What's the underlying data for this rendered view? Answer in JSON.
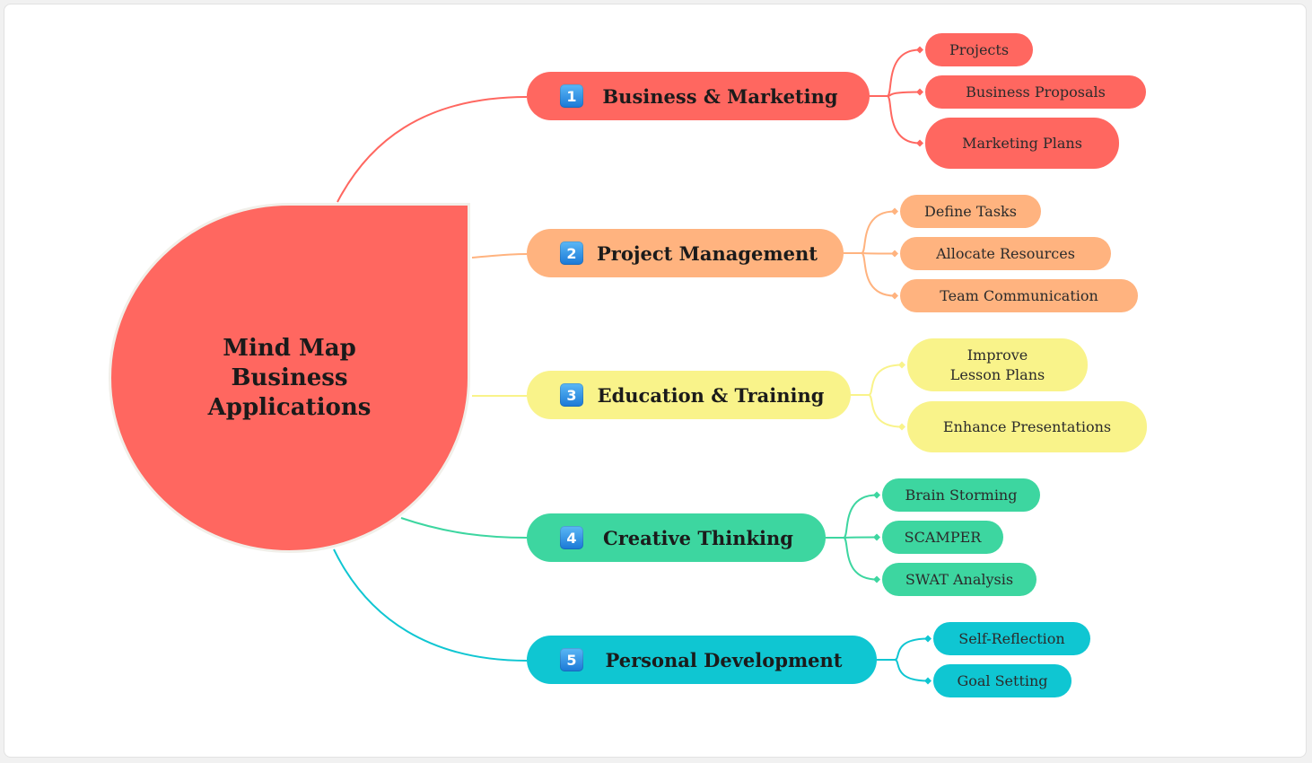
{
  "diagram": {
    "central_topic": {
      "lines": [
        "Mind Map",
        "Business",
        "Applications"
      ],
      "color": "#ff6760"
    },
    "branches": [
      {
        "number": "1",
        "label": "Business & Marketing",
        "color": "#ff6760",
        "leaves": [
          "Projects",
          "Business Proposals",
          "Marketing Plans"
        ]
      },
      {
        "number": "2",
        "label": "Project Management",
        "color": "#ffb37f",
        "leaves": [
          "Define Tasks",
          "Allocate Resources",
          "Team Communication"
        ]
      },
      {
        "number": "3",
        "label": "Education & Training",
        "color": "#f9f38a",
        "leaves": [
          "Improve\nLesson Plans",
          "Enhance Presentations"
        ]
      },
      {
        "number": "4",
        "label": "Creative Thinking",
        "color": "#3dd6a0",
        "leaves": [
          "Brain Storming",
          "SCAMPER",
          "SWAT Analysis"
        ]
      },
      {
        "number": "5",
        "label": "Personal Development",
        "color": "#0fc6d2",
        "leaves": [
          "Self-Reflection",
          "Goal Setting"
        ]
      }
    ]
  }
}
